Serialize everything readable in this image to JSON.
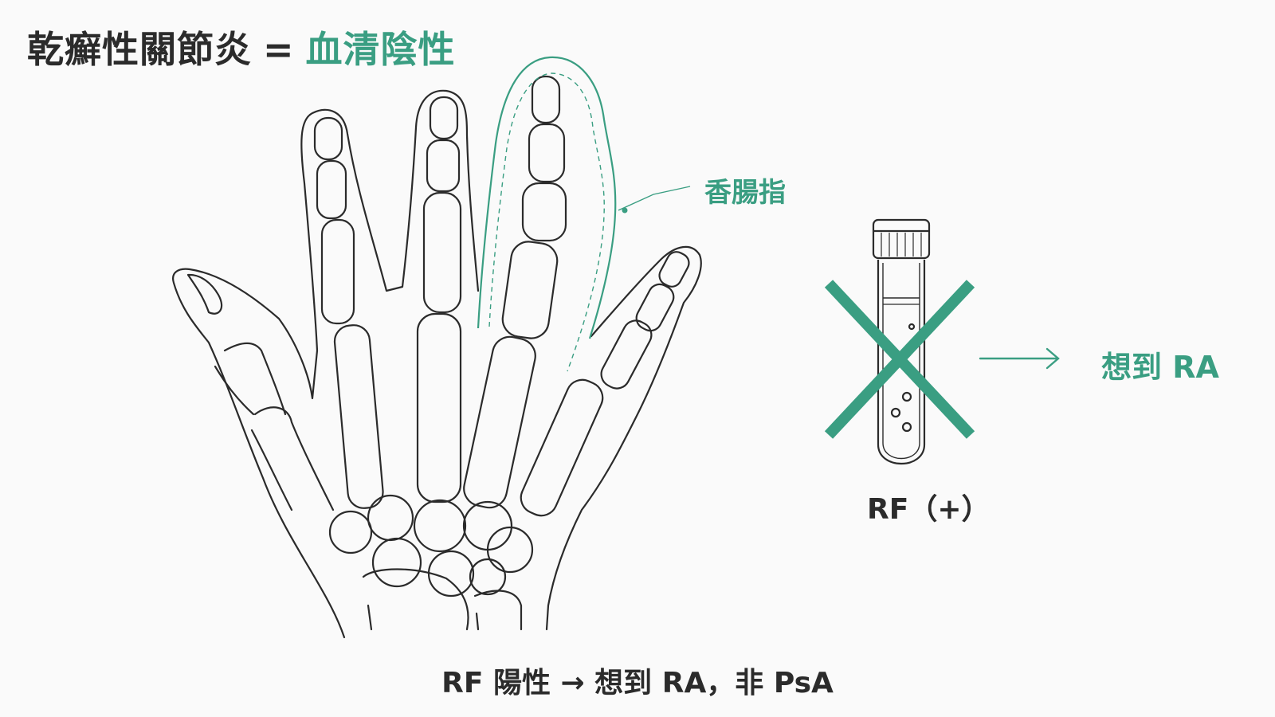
{
  "title": {
    "prefix": "乾癬性關節炎",
    "equals": "=",
    "accent": "血清陰性"
  },
  "labels": {
    "dactylitis": "香腸指",
    "think_ra": "想到 RA",
    "rf_positive": "RF（+）"
  },
  "caption": "RF 陽性 → 想到 RA，非 PsA",
  "colors": {
    "accent": "#3a9e82",
    "ink": "#2b2b2b",
    "background": "#fafafa"
  },
  "icons": [
    "hand-skeleton-illustration",
    "test-tube-icon",
    "cross-mark-icon",
    "arrow-right-icon"
  ]
}
